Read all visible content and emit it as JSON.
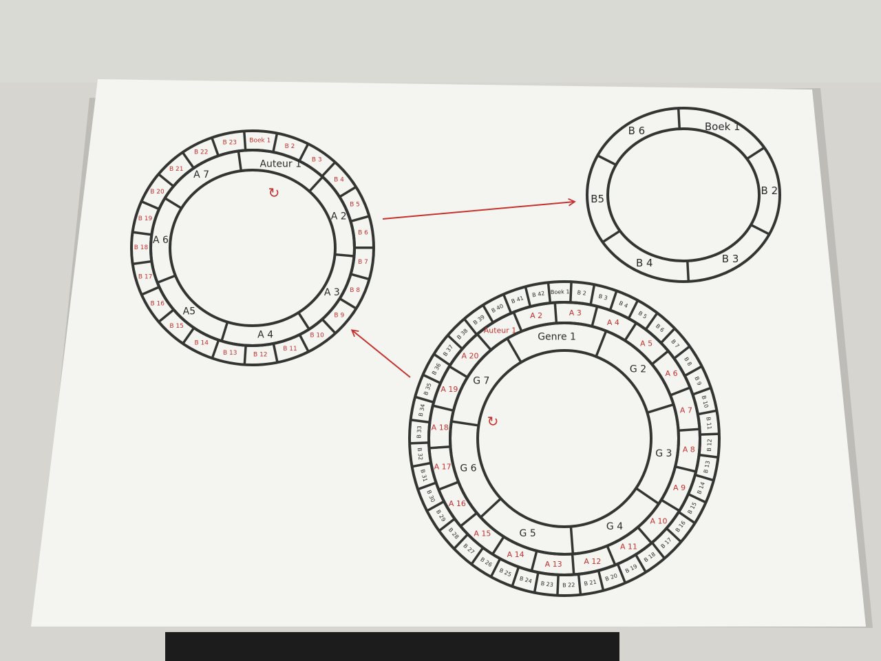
{
  "colors": {
    "ink": "#333533",
    "red_ink": "#c8302c",
    "paper": "#f4f4f1",
    "desk": "#d6d5cf"
  },
  "diagram_left": {
    "inner_ring": {
      "labels": [
        "Auteur 1",
        "A 2",
        "A 3",
        "A 4",
        "A5",
        "A 6",
        "A 7"
      ],
      "start_marker": "↻"
    },
    "outer_ring": {
      "labels": [
        "Boek 1",
        "B 2",
        "B 3",
        "B 4",
        "B 5",
        "B 6",
        "B 7",
        "B 8",
        "B 9",
        "B 10",
        "B 11",
        "B 12",
        "B 13",
        "B 14",
        "B 15",
        "B 16",
        "B 17",
        "B 18",
        "B 19",
        "B 20",
        "B 21",
        "B 22",
        "B 23"
      ]
    }
  },
  "diagram_top_right": {
    "ring": {
      "labels": [
        "Boek 1",
        "B 2",
        "B 3",
        "B 4",
        "B5",
        "B 6"
      ]
    }
  },
  "diagram_bottom_right": {
    "genre_ring": {
      "labels": [
        "Genre 1",
        "G 2",
        "G 3",
        "G 4",
        "G 5",
        "G 6",
        "G 7"
      ],
      "start_marker": "↻"
    },
    "author_ring": {
      "labels": [
        "Auteur 1",
        "A 2",
        "A 3",
        "A 4",
        "A 5",
        "A 6",
        "A 7",
        "A 8",
        "A 9",
        "A 10",
        "A 11",
        "A 12",
        "A 13",
        "A 14",
        "A 15",
        "A 16",
        "A 17",
        "A 18",
        "A 19",
        "A 20"
      ]
    },
    "book_ring": {
      "labels": [
        "Boek 1",
        "B 2",
        "B 3",
        "B 4",
        "B 5",
        "B 6",
        "B 7",
        "B 8",
        "B 9",
        "B 10",
        "B 11",
        "B 12",
        "B 13",
        "B 14",
        "B 15",
        "B 16",
        "B 17",
        "B 18",
        "B 19",
        "B 20",
        "B 21",
        "B 22",
        "B 23",
        "B 24",
        "B 25",
        "B 26",
        "B 27",
        "B 28",
        "B 29",
        "B 30",
        "B 31",
        "B 32",
        "B 33",
        "B 34",
        "B 35",
        "B 36",
        "B 37",
        "B 38",
        "B 39",
        "B 40",
        "B 41",
        "B 42"
      ]
    }
  },
  "arrows": [
    "left-to-top-right",
    "bottom-right-to-left"
  ]
}
